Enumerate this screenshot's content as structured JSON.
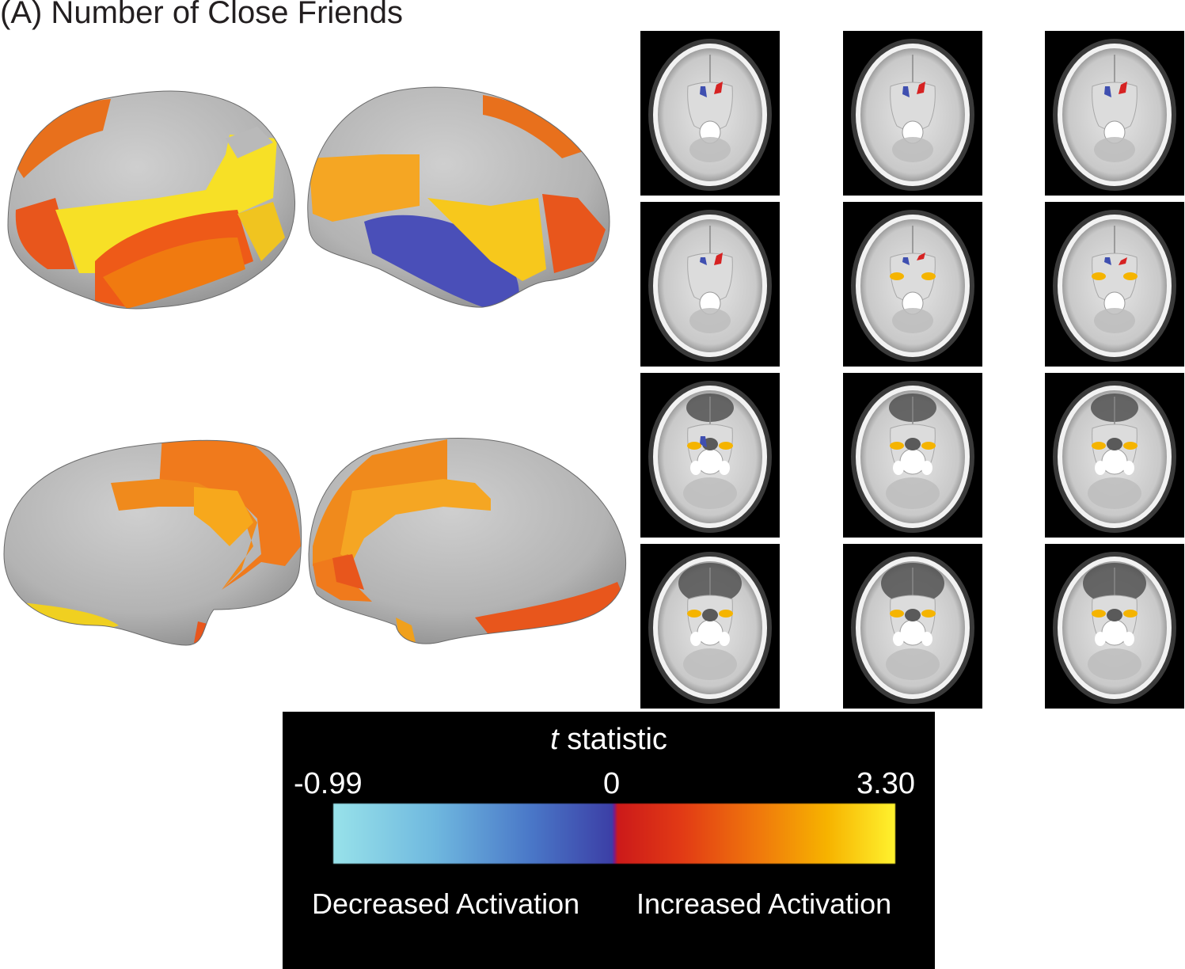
{
  "figure": {
    "panel_title": "(A) Number of Close Friends"
  },
  "colorbar": {
    "title_italic": "t",
    "title_rest": " statistic",
    "min_label": "-0.99",
    "zero_label": "0",
    "max_label": "3.30",
    "min_value": -0.99,
    "max_value": 3.3,
    "decreased_label": "Decreased Activation",
    "increased_label": "Increased Activation",
    "colors": {
      "low": "#98e2ea",
      "neg": "#3c3fa6",
      "pos": "#cc1a1a",
      "mid": "#f07a0c",
      "high": "#fff22e"
    }
  },
  "colors": {
    "cortex_gray": "#b9b9b9",
    "red_orange": "#e8561c",
    "orange": "#f28a1f",
    "amber": "#f5a623",
    "yellow": "#f7e026",
    "blue": "#4a4fb8",
    "neg_blue": "#3f4fb0",
    "pos_red": "#d62222"
  },
  "slices": [
    {
      "row": 0,
      "col": 0,
      "blue": true,
      "red": true,
      "yellow": false
    },
    {
      "row": 0,
      "col": 1,
      "blue": true,
      "red": true,
      "yellow": false
    },
    {
      "row": 0,
      "col": 2,
      "blue": true,
      "red": true,
      "yellow": false
    },
    {
      "row": 1,
      "col": 0,
      "blue": true,
      "red": true,
      "yellow": false
    },
    {
      "row": 1,
      "col": 1,
      "blue": true,
      "red": true,
      "yellow": true
    },
    {
      "row": 1,
      "col": 2,
      "blue": true,
      "red": true,
      "yellow": true
    },
    {
      "row": 2,
      "col": 0,
      "blue": true,
      "red": false,
      "yellow": true
    },
    {
      "row": 2,
      "col": 1,
      "blue": false,
      "red": false,
      "yellow": true
    },
    {
      "row": 2,
      "col": 2,
      "blue": false,
      "red": false,
      "yellow": true
    },
    {
      "row": 3,
      "col": 0,
      "blue": false,
      "red": false,
      "yellow": true
    },
    {
      "row": 3,
      "col": 1,
      "blue": false,
      "red": false,
      "yellow": true
    },
    {
      "row": 3,
      "col": 2,
      "blue": false,
      "red": false,
      "yellow": true
    }
  ]
}
